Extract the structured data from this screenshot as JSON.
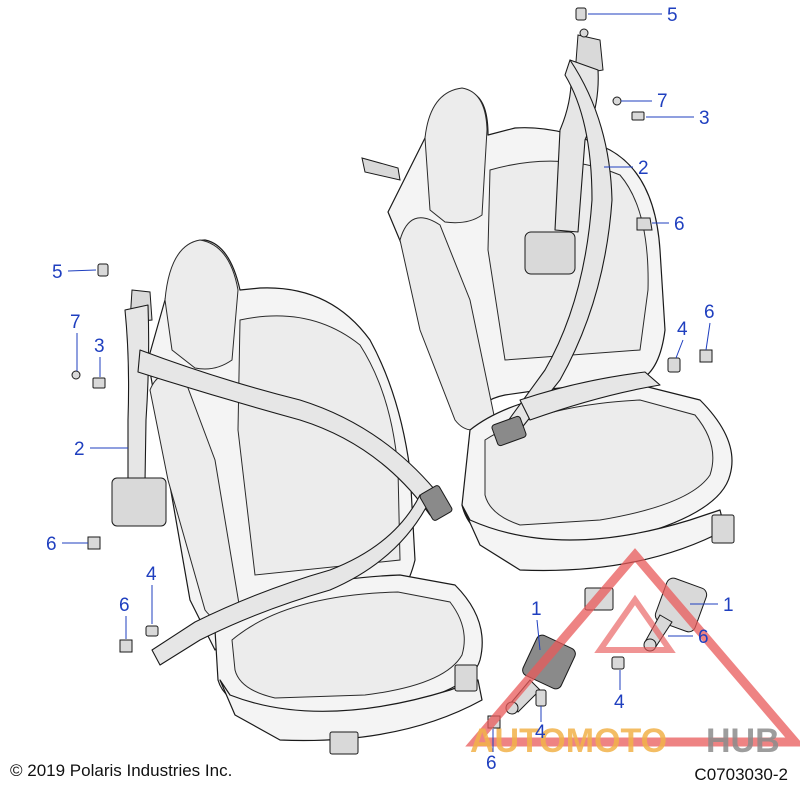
{
  "callouts": [
    {
      "label": "5"
    },
    {
      "label": "7"
    },
    {
      "label": "3"
    },
    {
      "label": "2"
    },
    {
      "label": "6"
    },
    {
      "label": "4"
    },
    {
      "label": "6"
    },
    {
      "label": "5"
    },
    {
      "label": "7"
    },
    {
      "label": "3"
    },
    {
      "label": "2"
    },
    {
      "label": "6"
    },
    {
      "label": "4"
    },
    {
      "label": "6"
    },
    {
      "label": "1"
    },
    {
      "label": "4"
    },
    {
      "label": "6"
    },
    {
      "label": "1"
    },
    {
      "label": "6"
    },
    {
      "label": "4"
    }
  ],
  "footer": {
    "copyright": "© 2019 Polaris Industries Inc.",
    "drawing_number": "C0703030-2"
  },
  "watermark": {
    "part1": "AUTOMOTO",
    "part2": "HUB"
  },
  "colors": {
    "callout": "#1f3fbf",
    "watermark_red": "#e85a5a",
    "watermark_orange": "#f2b24a",
    "watermark_gray": "#8c8c8c"
  }
}
